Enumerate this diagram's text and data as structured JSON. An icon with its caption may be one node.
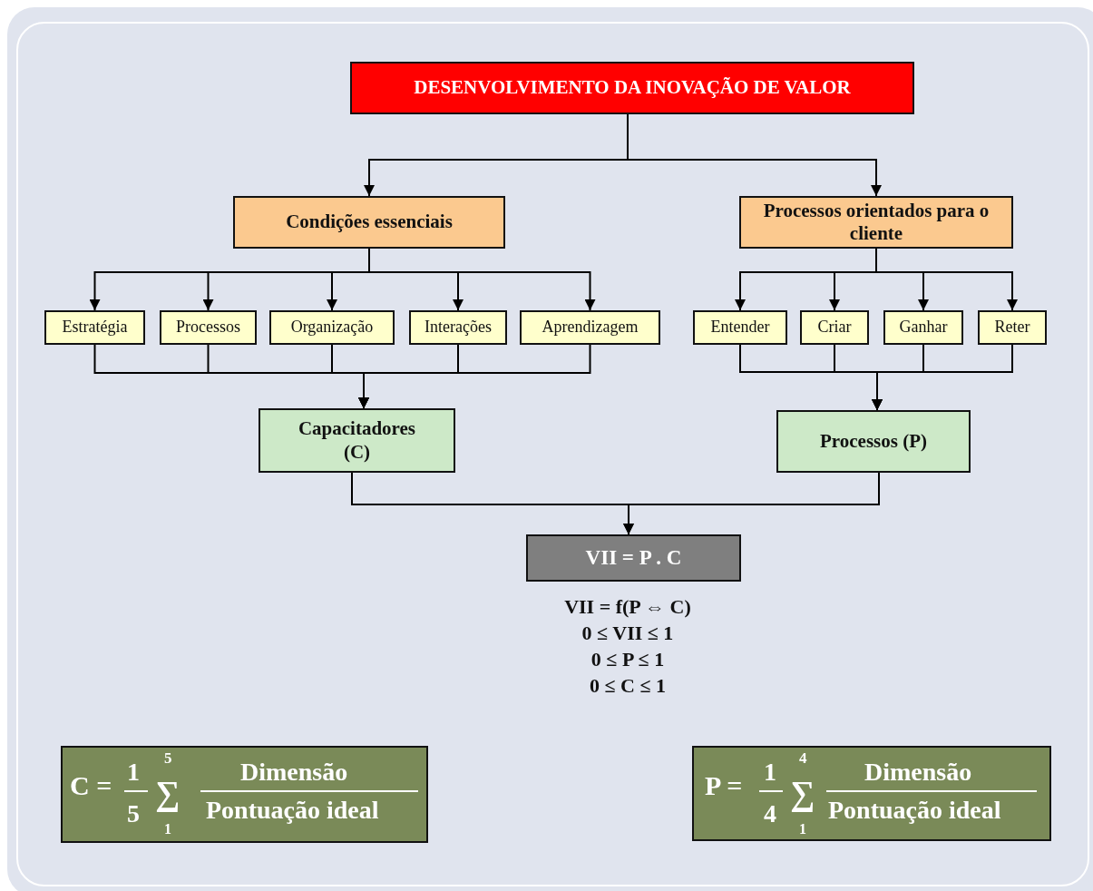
{
  "diagram": {
    "nodes": [
      {
        "text": [
          "DESENVOLVIMENTO DA INOVAÇÃO DE VALOR"
        ]
      },
      {
        "text": [
          "Condições essenciais"
        ]
      },
      {
        "text": [
          "Processos orientados para o cliente"
        ]
      },
      {
        "text": [
          "Estratégia"
        ]
      },
      {
        "text": [
          "Processos"
        ]
      },
      {
        "text": [
          "Organização"
        ]
      },
      {
        "text": [
          "Interações"
        ]
      },
      {
        "text": [
          "Aprendizagem"
        ]
      },
      {
        "text": [
          "Entender"
        ]
      },
      {
        "text": [
          "Criar"
        ]
      },
      {
        "text": [
          "Ganhar"
        ]
      },
      {
        "text": [
          "Reter"
        ]
      },
      {
        "text": [
          "Capacitadores (C)"
        ]
      },
      {
        "text": [
          "Processos (P)"
        ]
      },
      {
        "text": [
          "VII = P . C"
        ]
      },
      {
        "text": [
          "C =",
          "1",
          "5",
          "5",
          "∑",
          "1",
          "Dimensão",
          "Pontuação ideal"
        ]
      },
      {
        "text": [
          "P =",
          "1",
          "4",
          "4",
          "∑",
          "1",
          "Dimensão",
          "Pontuação ideal"
        ]
      }
    ],
    "edges": [
      {
        "from": 0,
        "to": 1,
        "arrow": "to"
      },
      {
        "from": 0,
        "to": 2,
        "arrow": "to"
      },
      {
        "from": 1,
        "to": 3,
        "arrow": "to"
      },
      {
        "from": 1,
        "to": 4,
        "arrow": "to"
      },
      {
        "from": 1,
        "to": 5,
        "arrow": "to"
      },
      {
        "from": 1,
        "to": 6,
        "arrow": "to"
      },
      {
        "from": 1,
        "to": 7,
        "arrow": "to"
      },
      {
        "from": 2,
        "to": 8,
        "arrow": "to"
      },
      {
        "from": 2,
        "to": 9,
        "arrow": "to"
      },
      {
        "from": 2,
        "to": 10,
        "arrow": "to"
      },
      {
        "from": 2,
        "to": 11,
        "arrow": "to"
      },
      {
        "from": 3,
        "to": 12,
        "arrow": "to"
      },
      {
        "from": 4,
        "to": 12,
        "arrow": "to"
      },
      {
        "from": 5,
        "to": 12,
        "arrow": "to"
      },
      {
        "from": 6,
        "to": 12,
        "arrow": "to"
      },
      {
        "from": 7,
        "to": 12,
        "arrow": "to"
      },
      {
        "from": 8,
        "to": 13,
        "arrow": "to"
      },
      {
        "from": 9,
        "to": 13,
        "arrow": "to"
      },
      {
        "from": 10,
        "to": 13,
        "arrow": "to"
      },
      {
        "from": 11,
        "to": 13,
        "arrow": "to"
      },
      {
        "from": 12,
        "to": 14,
        "arrow": "to"
      },
      {
        "from": 13,
        "to": 14,
        "arrow": "to"
      }
    ],
    "labels": [
      "VII = f(P ⇔ C)",
      "0 ≤ VII ≤ 1",
      "0 ≤ P ≤ 1",
      "0 ≤ C ≤ 1"
    ]
  }
}
